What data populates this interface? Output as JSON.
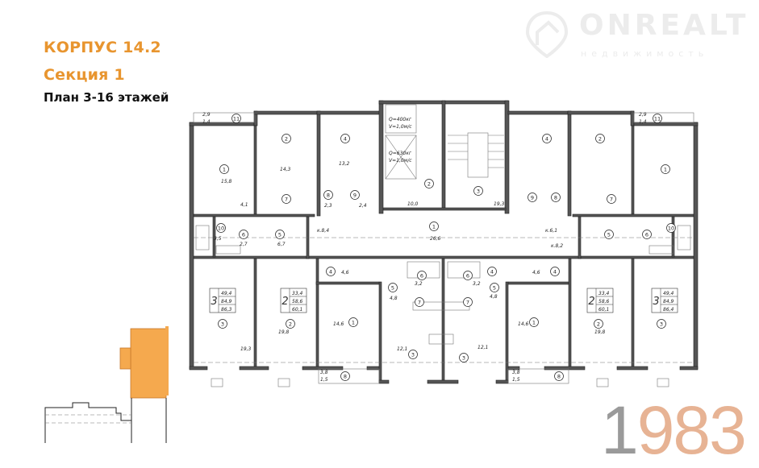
{
  "header": {
    "building": "КОРПУС 14.2",
    "section": "Секция 1",
    "plan": "План 3-16 этажей"
  },
  "logo": {
    "name": "ONREALT",
    "subtitle": "недвижимость",
    "icon": "house-pin-icon"
  },
  "year": {
    "first": "1",
    "rest": "983"
  },
  "colors": {
    "accent": "#e8952f",
    "keyplan": "#f5a94e",
    "year_grey": "#9a9a9a",
    "year_peach": "#e7b394"
  },
  "plan": {
    "room_numbers": [
      "11",
      "1",
      "2",
      "4",
      "7",
      "8",
      "9",
      "10",
      "6",
      "5",
      "2",
      "3",
      "1",
      "4",
      "2",
      "11",
      "1",
      "9",
      "8",
      "7",
      "10",
      "6",
      "5",
      "4",
      "5",
      "6",
      "7",
      "1",
      "2",
      "3",
      "6",
      "5",
      "7",
      "1",
      "2",
      "3",
      "3",
      "3",
      "8",
      "8",
      "4",
      "4"
    ],
    "areas": [
      "2,9",
      "1,4",
      "15,8",
      "14,3",
      "13,2",
      "4,1",
      "2,3",
      "2,4",
      "3,5",
      "2,7",
      "6,7",
      "к.8,4",
      "10,0",
      "19,3",
      "26,6",
      "к.8,2",
      "к.6,1",
      "2,9",
      "1,4",
      "4,6",
      "4,8",
      "3,2",
      "3,2",
      "4,8",
      "4,6",
      "14,6",
      "19,8",
      "19,3",
      "12,1",
      "12,1",
      "14,6",
      "19,8",
      "3,8",
      "1,5",
      "3,8",
      "1,5"
    ],
    "lifts": [
      {
        "q": "Q=400кг",
        "v": "V=1,0м/с"
      },
      {
        "q": "Q=630кг",
        "v": "V=1,0м/с"
      }
    ],
    "apartment_tables": [
      {
        "rooms": "3",
        "values": [
          "49,4",
          "84,9",
          "86,3"
        ]
      },
      {
        "rooms": "2",
        "values": [
          "33,4",
          "58,6",
          "60,1"
        ]
      },
      {
        "rooms": "2",
        "values": [
          "33,4",
          "58,6",
          "60,1"
        ]
      },
      {
        "rooms": "3",
        "values": [
          "49,4",
          "84,9",
          "86,4"
        ]
      }
    ]
  }
}
